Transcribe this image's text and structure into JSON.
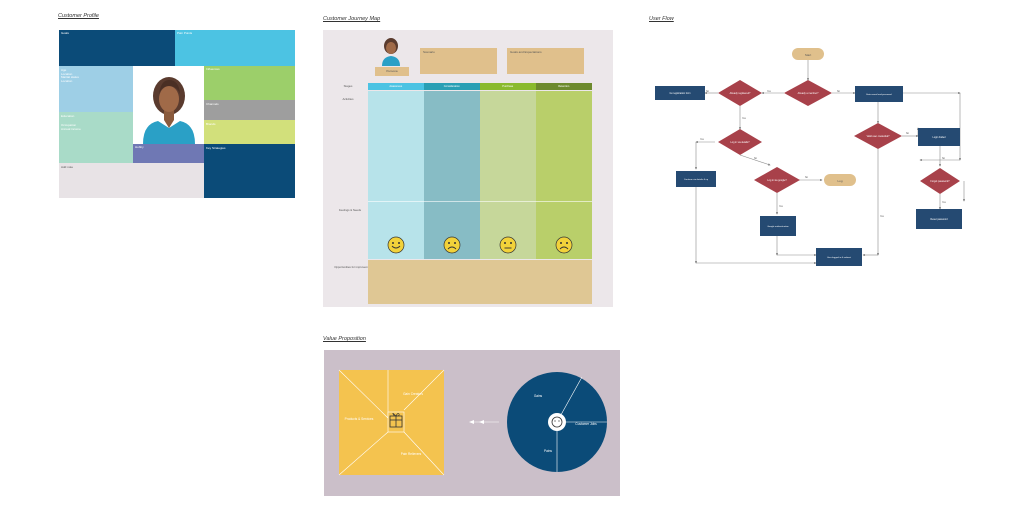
{
  "sections": {
    "customer_profile": "Customer Profile",
    "customer_journey": "Customer Journey Map",
    "user_flow": "User Flow",
    "value_proposition": "Value Proposition"
  },
  "profile": {
    "goals": "Goals",
    "pain_points": "Pain Points",
    "age_lines": [
      "Age",
      "Location",
      "Marital status",
      "Location"
    ],
    "education": "Education",
    "education_sub": [
      "Occupation",
      "Annual income"
    ],
    "influences": "Influences",
    "channels": "Channels",
    "brands": "Brands",
    "hobby": "Hobby",
    "key_strategies": "Key Strategies",
    "add_note": "Add note",
    "colors": {
      "goals": "#0b4b78",
      "pain": "#4cc3e3",
      "info": "#9ecfe6",
      "edu": "#a9dbc8",
      "green": "#9ccf6a",
      "gray": "#9e9e9e",
      "lime": "#d2e07b",
      "hobby": "#6f78b4",
      "strat": "#0b4b78",
      "note": "#e8e3e6"
    }
  },
  "journey": {
    "persona": "Persona",
    "scenario": "Scenario",
    "goals_expectations": "Goals and Expectations",
    "row_stages": "Stages",
    "row_activities": "Activities",
    "row_feelings": "Feelings & Needs",
    "row_opportunities": "Opportunities for improvement",
    "stages": [
      {
        "name": "Awareness",
        "header": "#4cc3e3",
        "body": "#b7e3ea",
        "mood": "happy"
      },
      {
        "name": "Consideration",
        "header": "#2a9fb4",
        "body": "#87bcc5",
        "mood": "sad"
      },
      {
        "name": "Purchase",
        "header": "#8aba2e",
        "body": "#c6d79a",
        "mood": "neutral"
      },
      {
        "name": "Retention",
        "header": "#6d8a2e",
        "body": "#b9cf6a",
        "mood": "sad"
      }
    ]
  },
  "flow": {
    "start": "Start",
    "end": "Log",
    "nodes": {
      "already_member": "Already a member?",
      "already_registered": "Already registered?",
      "to_registration": "Go registration form",
      "log_in_via_details": "Log in via details?",
      "continue_via_details": "Continue via details & up",
      "log_in_via_google": "Log in via google?",
      "google_authentication": "Google authentication",
      "user_logged_in": "User logged in & redirect",
      "enter_email_password": "Enter email and password",
      "valid_user_credential": "Valid user credential?",
      "login_failed": "Login Failed",
      "forgot_password": "Forgot password?",
      "reset_password": "Reset password"
    },
    "yes": "Yes",
    "no": "No"
  },
  "value_prop": {
    "gain_creators": "Gain Creators",
    "products_services": "Products & Services",
    "pain_relievers": "Pain Relievers",
    "gains": "Gains",
    "customer_jobs": "Customer Jobs",
    "pains": "Pains"
  }
}
